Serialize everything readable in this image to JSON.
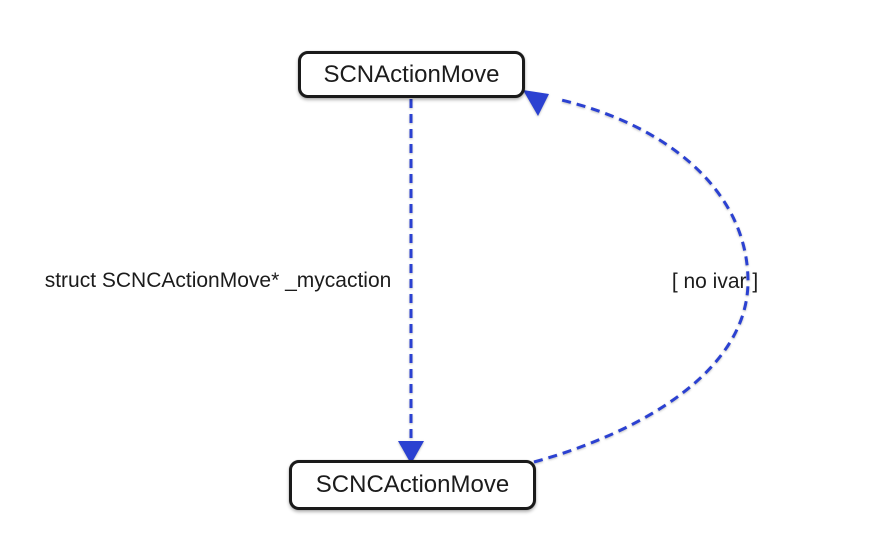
{
  "diagram": {
    "nodes": {
      "top": {
        "label": "SCNActionMove"
      },
      "bottom": {
        "label": "SCNCActionMove"
      }
    },
    "edges": {
      "forward": {
        "label": "struct SCNCActionMove* _mycaction",
        "from": "SCNActionMove",
        "to": "SCNCActionMove",
        "style": "dashed",
        "direction": "down"
      },
      "back": {
        "label": "[ no ivar ]",
        "from": "SCNCActionMove",
        "to": "SCNActionMove",
        "style": "dashed",
        "direction": "curved-right-up"
      }
    },
    "colors": {
      "edge_blue": "#2b41d1",
      "node_border": "#1a1a1a",
      "node_fill": "#ffffff",
      "background": "#ffffff",
      "text": "#1c1c1c"
    }
  }
}
